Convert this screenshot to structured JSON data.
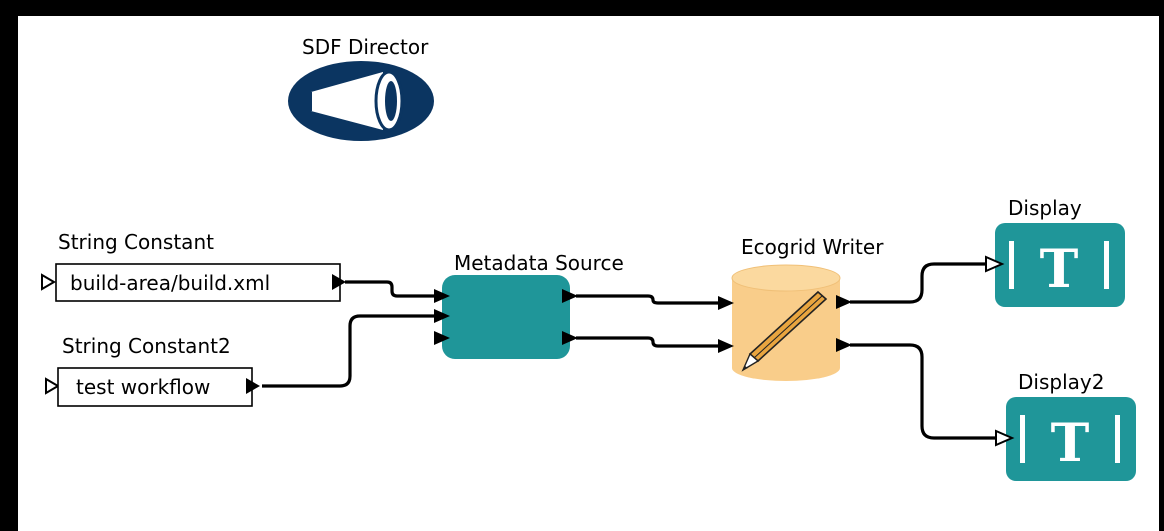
{
  "director": {
    "label": "SDF Director"
  },
  "actors": {
    "string_constant": {
      "title": "String Constant",
      "value": "build-area/build.xml"
    },
    "string_constant2": {
      "title": "String Constant2",
      "value": "test workflow"
    },
    "metadata_source": {
      "title": "Metadata Source"
    },
    "ecogrid_writer": {
      "title": "Ecogrid Writer"
    },
    "display": {
      "title": "Display",
      "glyph": "T"
    },
    "display2": {
      "title": "Display2",
      "glyph": "T"
    }
  },
  "colors": {
    "canvas": "#ffffff",
    "frame": "#000000",
    "teal": "#1f9699",
    "director_navy": "#0b3561",
    "cylinder": "#f9cd8a",
    "pencil": "#e9a53f"
  }
}
